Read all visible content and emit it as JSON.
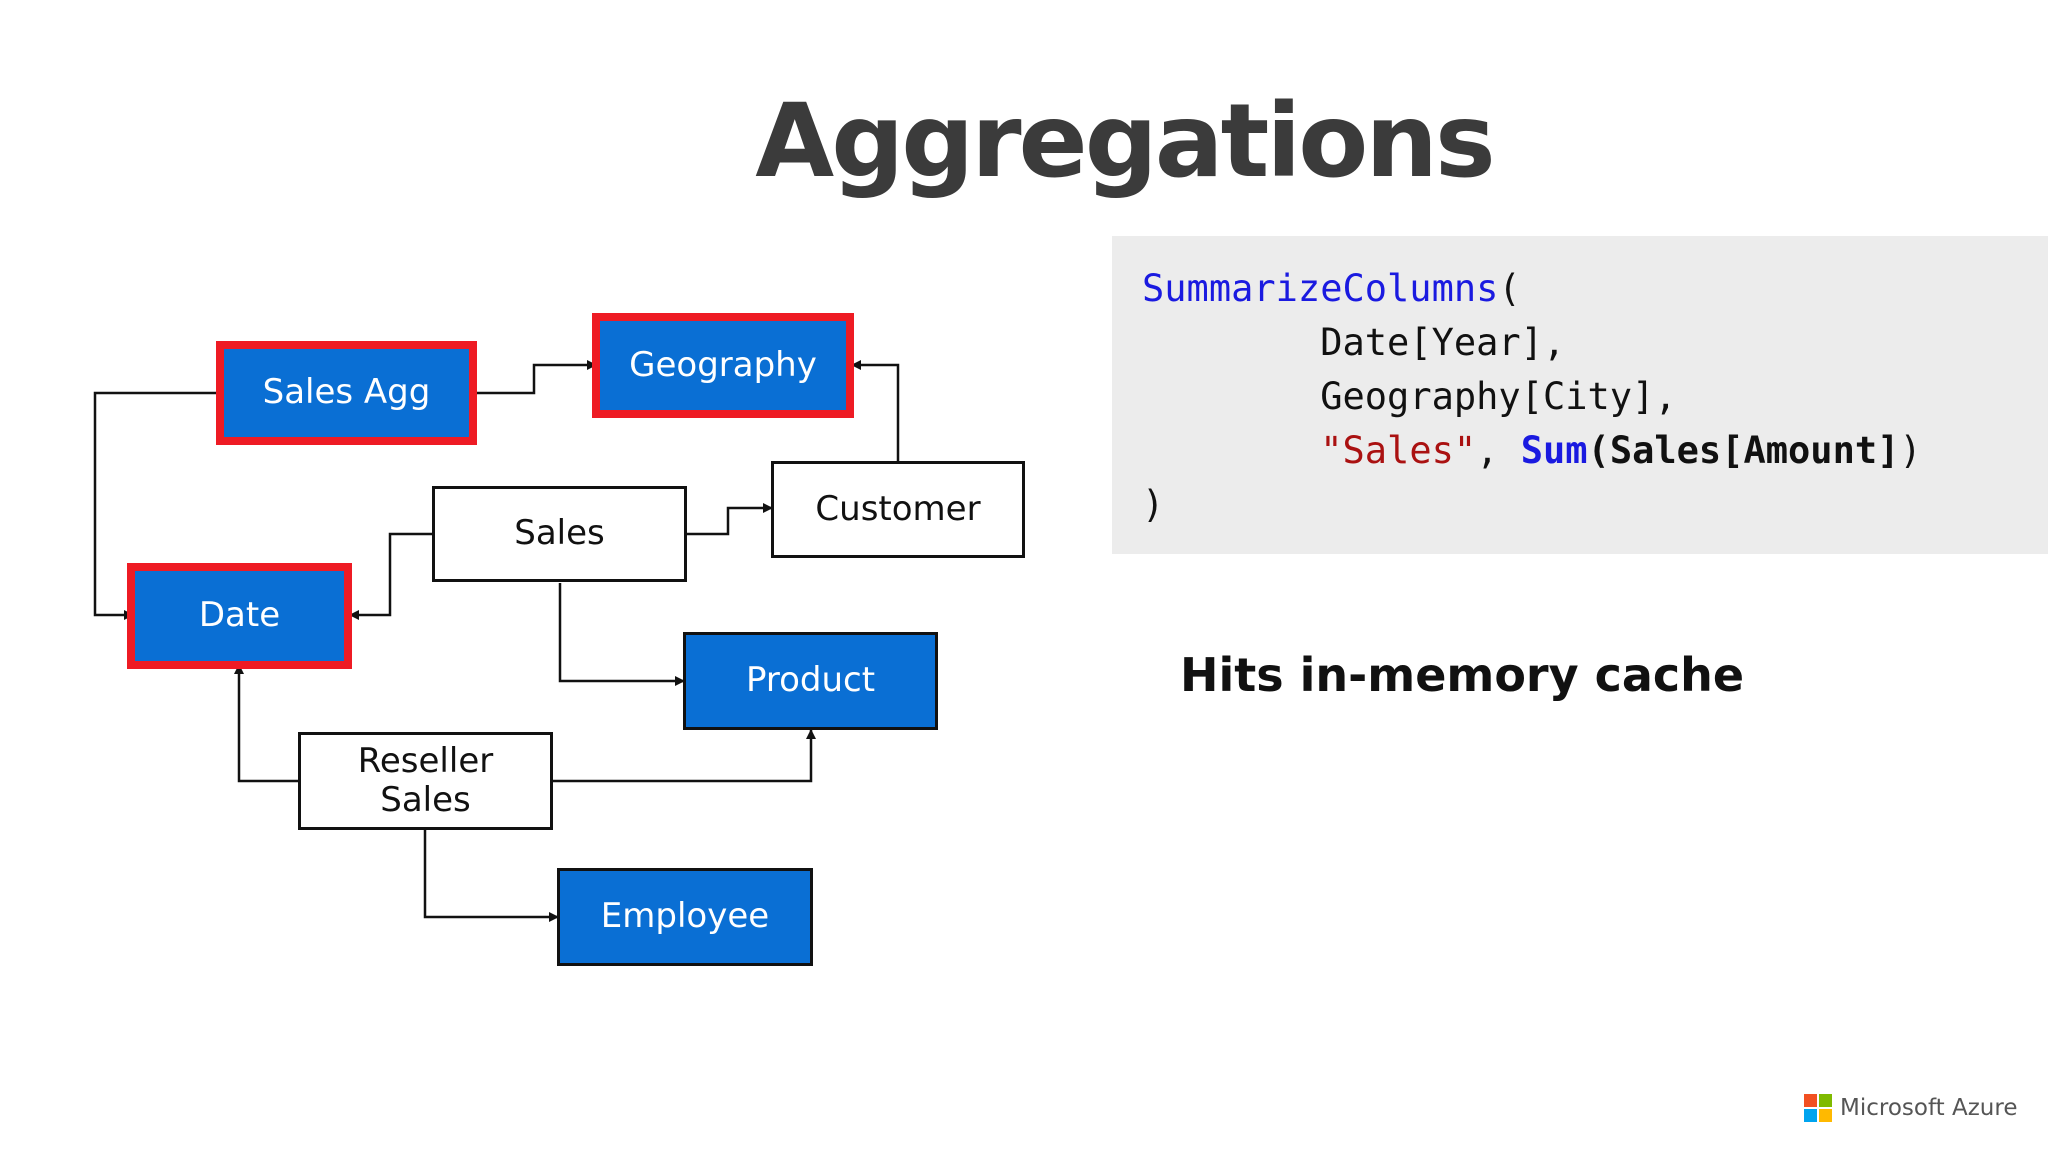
{
  "title": "Aggregations",
  "diagram": {
    "nodes": {
      "sales_agg": "Sales Agg",
      "geography": "Geography",
      "sales": "Sales",
      "customer": "Customer",
      "date": "Date",
      "product": "Product",
      "reseller_sales_line1": "Reseller",
      "reseller_sales_line2": "Sales",
      "employee": "Employee"
    },
    "highlighted_nodes": [
      "Sales Agg",
      "Geography",
      "Date"
    ],
    "edges": [
      {
        "from": "Sales Agg",
        "to": "Geography"
      },
      {
        "from": "Sales Agg",
        "to": "Date"
      },
      {
        "from": "Customer",
        "to": "Geography"
      },
      {
        "from": "Sales",
        "to": "Customer"
      },
      {
        "from": "Sales",
        "to": "Date"
      },
      {
        "from": "Sales",
        "to": "Product"
      },
      {
        "from": "Reseller Sales",
        "to": "Date"
      },
      {
        "from": "Reseller Sales",
        "to": "Product"
      },
      {
        "from": "Reseller Sales",
        "to": "Employee"
      }
    ]
  },
  "code": {
    "fn": "SummarizeColumns",
    "open": "(",
    "arg1": "Date[Year],",
    "arg2": "Geography[City],",
    "str": "\"Sales\"",
    "comma": ", ",
    "sum": "Sum",
    "sum_open": "(",
    "sum_arg": "Sales[Amount]",
    "sum_close": ")",
    "close": ")"
  },
  "note": "Hits in-memory cache",
  "logo": {
    "text": "Microsoft Azure",
    "colors": [
      "#f25022",
      "#7fba00",
      "#00a4ef",
      "#ffb900"
    ]
  },
  "colors": {
    "node_blue": "#0a6fd4",
    "highlight_red": "#ee1b24",
    "code_function": "#1a1ae0",
    "code_string": "#aa1111"
  }
}
